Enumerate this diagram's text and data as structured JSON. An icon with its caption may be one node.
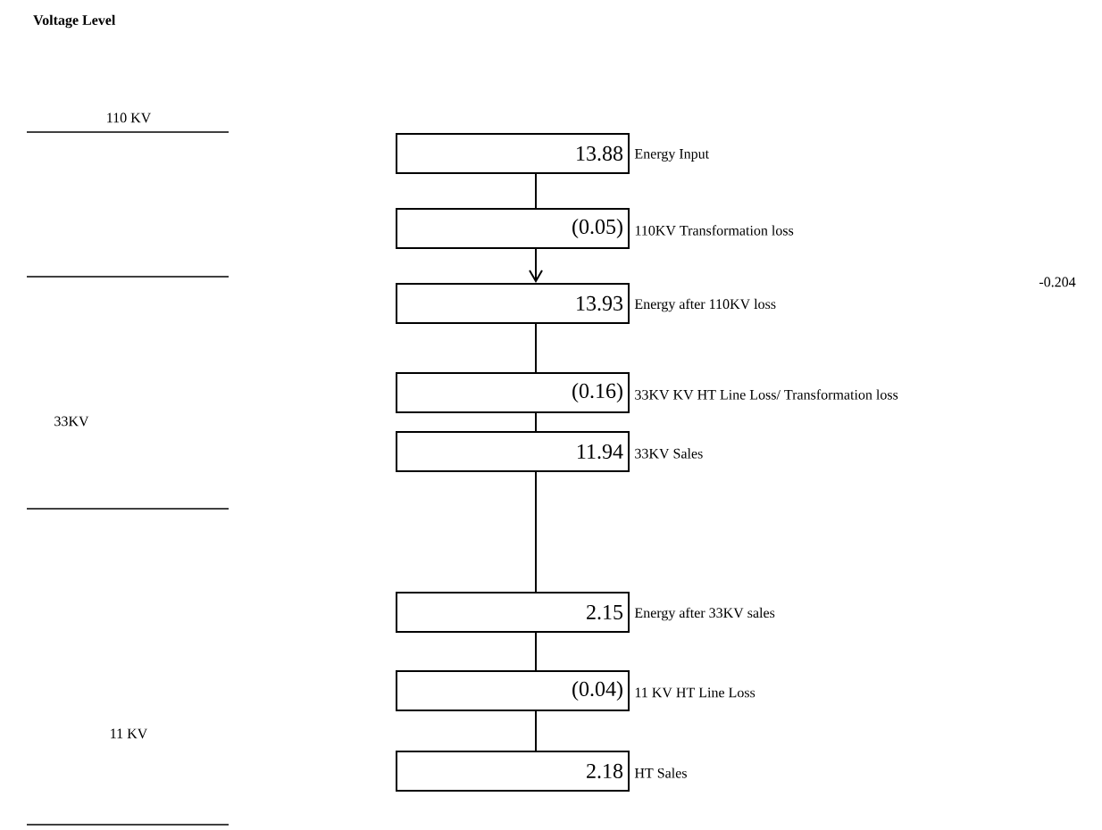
{
  "diagram": {
    "title": "Voltage Level",
    "nodes": [
      {
        "text": [
          "13.88"
        ],
        "beside": [
          "Energy Input"
        ]
      },
      {
        "text": [
          "(0.05)"
        ],
        "beside": [
          "110KV Transformation loss"
        ]
      },
      {
        "text": [
          "13.93"
        ],
        "beside": [
          "Energy after 110KV loss"
        ]
      },
      {
        "text": [
          "(0.16)"
        ],
        "beside": [
          "33KV KV HT  Line Loss/ Transformation loss"
        ]
      },
      {
        "text": [
          "11.94"
        ],
        "beside": [
          "33KV Sales"
        ]
      },
      {
        "text": [
          "2.15"
        ],
        "beside": [
          "Energy after 33KV sales"
        ]
      },
      {
        "text": [
          "(0.04)"
        ],
        "beside": [
          "11 KV HT  Line Loss"
        ]
      },
      {
        "text": [
          "2.18"
        ],
        "beside": [
          "HT Sales"
        ]
      }
    ],
    "edges": [
      {
        "from": 0,
        "to": 1,
        "arrow": "none"
      },
      {
        "from": 1,
        "to": 2,
        "arrow": "to"
      },
      {
        "from": 2,
        "to": 3,
        "arrow": "none"
      },
      {
        "from": 3,
        "to": 4,
        "arrow": "none"
      },
      {
        "from": 4,
        "to": 5,
        "arrow": "none"
      },
      {
        "from": 5,
        "to": 6,
        "arrow": "none"
      },
      {
        "from": 6,
        "to": 7,
        "arrow": "none"
      }
    ],
    "labels": [
      "110 KV",
      "-0.204",
      "33KV",
      "11 KV"
    ]
  }
}
